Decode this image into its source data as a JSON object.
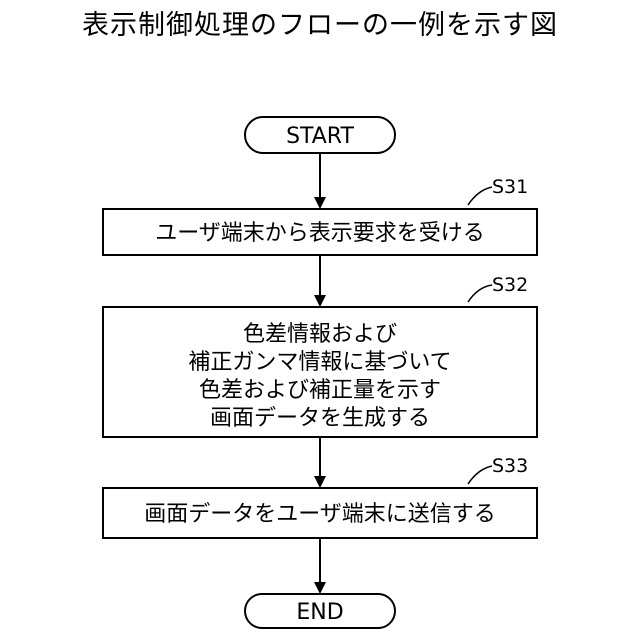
{
  "title": "表示制御処理のフローの一例を示す図",
  "flow": {
    "start": "START",
    "end": "END",
    "steps": [
      {
        "id": "S31",
        "lines": [
          "ユーザ端末から表示要求を受ける"
        ]
      },
      {
        "id": "S32",
        "lines": [
          "色差情報および",
          "補正ガンマ情報に基づいて",
          "色差および補正量を示す",
          "画面データを生成する"
        ]
      },
      {
        "id": "S33",
        "lines": [
          "画面データをユーザ端末に送信する"
        ]
      }
    ]
  }
}
